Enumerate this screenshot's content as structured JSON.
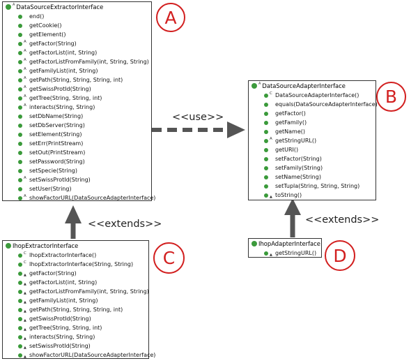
{
  "boxes": {
    "a": {
      "title": "DataSourceExtractorInterface",
      "title_modifier": "A",
      "methods": [
        {
          "name": "end()",
          "mod": ""
        },
        {
          "name": "getCookie()",
          "mod": ""
        },
        {
          "name": "getElement()",
          "mod": ""
        },
        {
          "name": "getFactor(String)",
          "mod": "A"
        },
        {
          "name": "getFactorList(int, String)",
          "mod": "A"
        },
        {
          "name": "getFactorListFromFamily(int, String, String)",
          "mod": "A"
        },
        {
          "name": "getFamilyList(int, String)",
          "mod": "A"
        },
        {
          "name": "getPath(String, String, String, int)",
          "mod": "A"
        },
        {
          "name": "getSwissProtId(String)",
          "mod": "A"
        },
        {
          "name": "getTree(String, String, int)",
          "mod": "A"
        },
        {
          "name": "interacts(String, String)",
          "mod": "A"
        },
        {
          "name": "setDbName(String)",
          "mod": ""
        },
        {
          "name": "setDbServer(String)",
          "mod": ""
        },
        {
          "name": "setElement(String)",
          "mod": ""
        },
        {
          "name": "setErr(PrintStream)",
          "mod": ""
        },
        {
          "name": "setOut(PrintStream)",
          "mod": ""
        },
        {
          "name": "setPassword(String)",
          "mod": ""
        },
        {
          "name": "setSpecie(String)",
          "mod": ""
        },
        {
          "name": "setSwissProtId(String)",
          "mod": "A"
        },
        {
          "name": "setUser(String)",
          "mod": ""
        },
        {
          "name": "showFactorURL(DataSourceAdapterInterface)",
          "mod": "A"
        }
      ]
    },
    "b": {
      "title": "DataSourceAdapterInterface",
      "title_modifier": "A",
      "methods": [
        {
          "name": "DataSourceAdapterInterface()",
          "mod": "C"
        },
        {
          "name": "equals(DataSourceAdapterInterface)",
          "mod": ""
        },
        {
          "name": "getFactor()",
          "mod": ""
        },
        {
          "name": "getFamily()",
          "mod": ""
        },
        {
          "name": "getName()",
          "mod": ""
        },
        {
          "name": "getStringURL()",
          "mod": "A"
        },
        {
          "name": "getURI()",
          "mod": ""
        },
        {
          "name": "setFactor(String)",
          "mod": ""
        },
        {
          "name": "setFamily(String)",
          "mod": ""
        },
        {
          "name": "setName(String)",
          "mod": ""
        },
        {
          "name": "setTupla(String, String, String)",
          "mod": ""
        },
        {
          "name": "toString()",
          "mod": "▲"
        }
      ]
    },
    "c": {
      "title": "IhopExtractorInterface",
      "title_modifier": "",
      "methods": [
        {
          "name": "IhopExtractorInterface()",
          "mod": "C"
        },
        {
          "name": "IhopExtractorInterface(String, String)",
          "mod": "C"
        },
        {
          "name": "getFactor(String)",
          "mod": "▲"
        },
        {
          "name": "getFactorList(int, String)",
          "mod": "▲"
        },
        {
          "name": "getFactorListFromFamily(int, String, String)",
          "mod": "▲"
        },
        {
          "name": "getFamilyList(int, String)",
          "mod": "▲"
        },
        {
          "name": "getPath(String, String, String, int)",
          "mod": "▲"
        },
        {
          "name": "getSwissProtId(String)",
          "mod": "▲"
        },
        {
          "name": "getTree(String, String, int)",
          "mod": "▲"
        },
        {
          "name": "interacts(String, String)",
          "mod": "▲"
        },
        {
          "name": "setSwissProtId(String)",
          "mod": "▲"
        },
        {
          "name": "showFactorURL(DataSourceAdapterInterface)",
          "mod": "▲"
        }
      ]
    },
    "d": {
      "title": "IhopAdapterInterface",
      "title_modifier": "",
      "methods": [
        {
          "name": "getStringURL()",
          "mod": "▲"
        }
      ]
    }
  },
  "callouts": {
    "a": "A",
    "b": "B",
    "c": "C",
    "d": "D"
  },
  "relations": {
    "use_label": "<<use>>",
    "extends_c_label": "<<extends>>",
    "extends_d_label": "<<extends>>"
  },
  "colors": {
    "callout": "#d21f1f",
    "arrow": "#555555",
    "method_dot": "#3a9a3a",
    "box_border": "#333333"
  }
}
